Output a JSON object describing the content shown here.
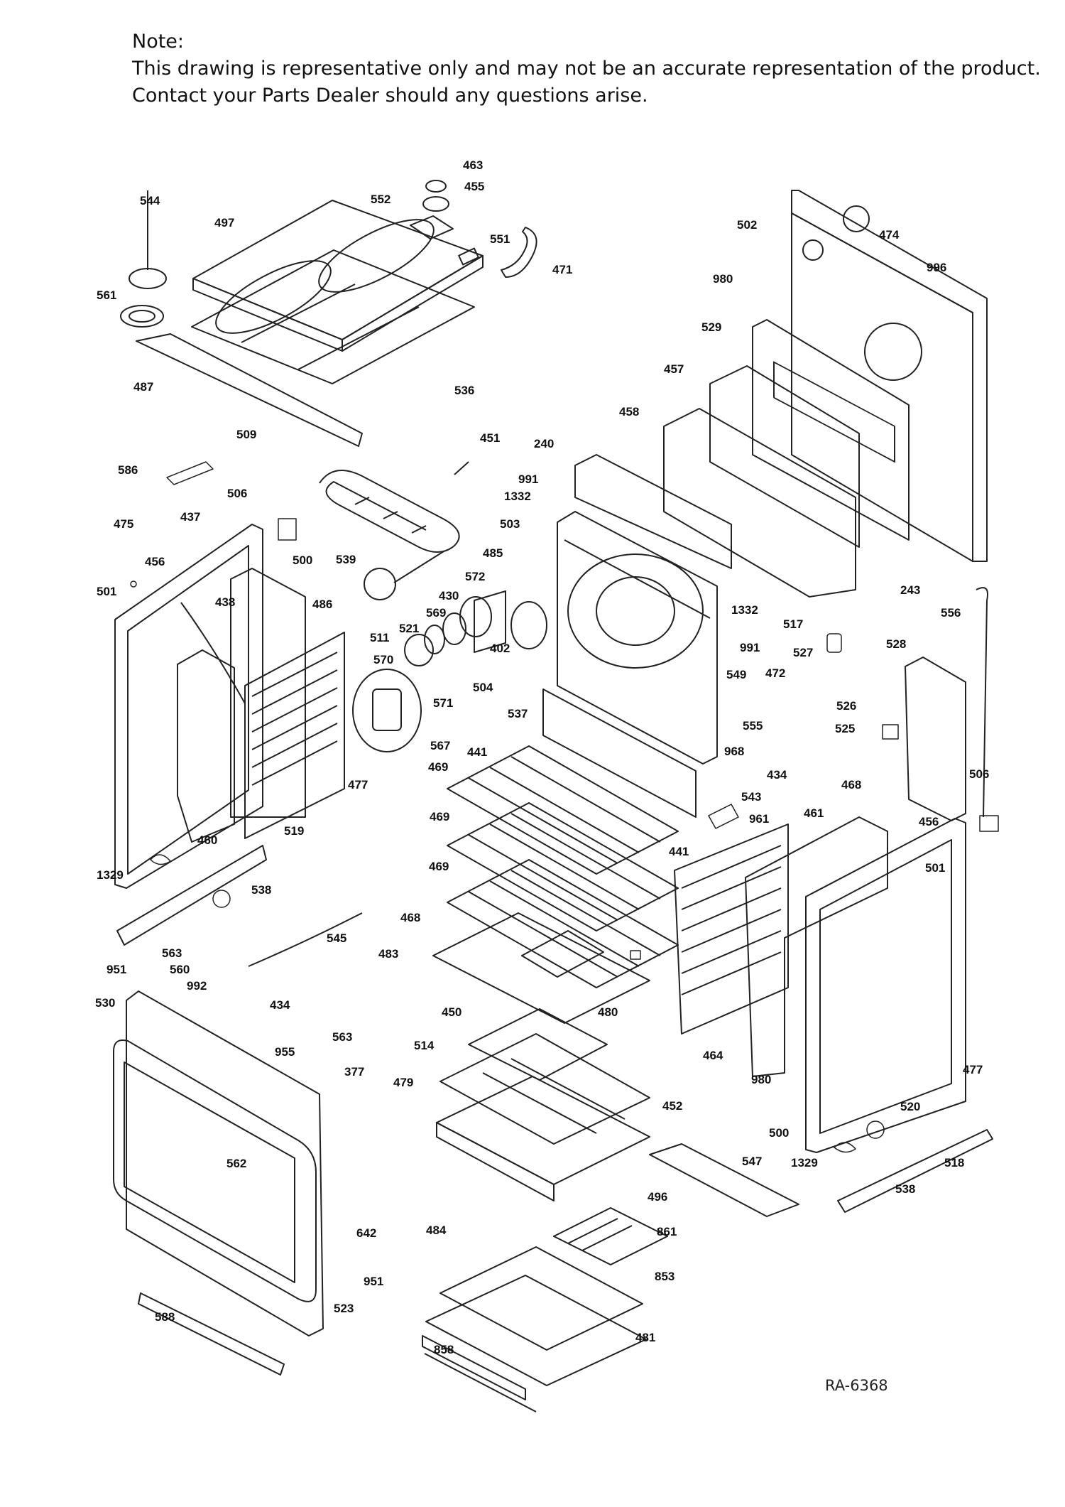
{
  "note": {
    "heading": "Note:",
    "line1": "This drawing is representative only and may not be an accurate representation of the product.",
    "line2": "Contact your Parts Dealer should any questions arise."
  },
  "drawing_id": "RA-6368",
  "part_labels": [
    "463",
    "455",
    "552",
    "544",
    "497",
    "551",
    "471",
    "502",
    "474",
    "996",
    "980",
    "561",
    "529",
    "457",
    "487",
    "536",
    "458",
    "509",
    "451",
    "240",
    "586",
    "991",
    "1332",
    "506",
    "437",
    "503",
    "475",
    "485",
    "500",
    "539",
    "572",
    "456",
    "501",
    "438",
    "430",
    "486",
    "1332",
    "556",
    "569",
    "521",
    "511",
    "402",
    "570",
    "504",
    "571",
    "537",
    "567",
    "441",
    "469",
    "477",
    "460",
    "519",
    "1329",
    "469",
    "469",
    "538",
    "545",
    "468",
    "483",
    "563",
    "951",
    "560",
    "992",
    "530",
    "434",
    "450",
    "563",
    "955",
    "377",
    "514",
    "479",
    "452",
    "562",
    "642",
    "951",
    "523",
    "588",
    "484",
    "858",
    "481",
    "861",
    "853",
    "496",
    "547",
    "243",
    "517",
    "991",
    "528",
    "527",
    "549",
    "472",
    "526",
    "525",
    "555",
    "968",
    "434",
    "468",
    "506",
    "543",
    "961",
    "461",
    "456",
    "441",
    "501",
    "464",
    "980",
    "477",
    "520",
    "500",
    "1329",
    "518",
    "538",
    "480"
  ]
}
